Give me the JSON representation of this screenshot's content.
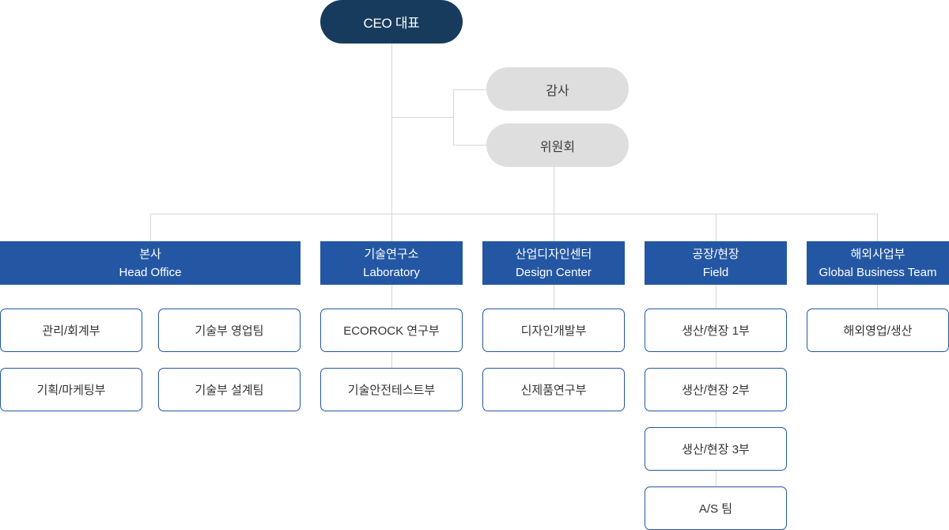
{
  "ceo": {
    "label": "CEO 대표"
  },
  "advisory": {
    "audit": "감사",
    "committee": "위원회"
  },
  "departments": [
    {
      "name": "본사",
      "english": "Head Office",
      "teams": [
        "관리/회계부",
        "기술부 영업팀",
        "기획/마케팅부",
        "기술부 설계팀"
      ]
    },
    {
      "name": "기술연구소",
      "english": "Laboratory",
      "teams": [
        "ECOROCK 연구부",
        "기술안전테스트부"
      ]
    },
    {
      "name": "산업디자인센터",
      "english": "Design Center",
      "teams": [
        "디자인개발부",
        "신제품연구부"
      ]
    },
    {
      "name": "공장/현장",
      "english": "Field",
      "teams": [
        "생산/현장 1부",
        "생산/현장 2부",
        "생산/현장 3부",
        "A/S 팀"
      ]
    },
    {
      "name": "해외사업부",
      "english": "Global Business Team",
      "teams": [
        "해외영업/생산"
      ]
    }
  ],
  "colors": {
    "ceo_fill": "#173b5d",
    "department_fill": "#2457a3",
    "advisory_fill": "#dedede",
    "team_border": "#2457a3",
    "connector": "#d6d6d6"
  }
}
